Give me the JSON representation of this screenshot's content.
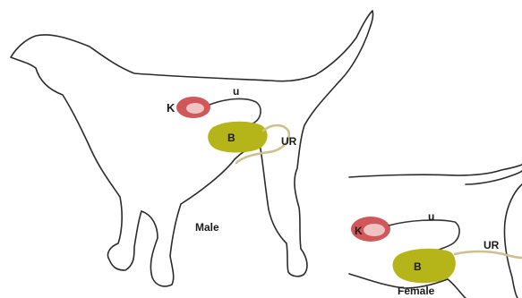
{
  "colors": {
    "kidney_outer": "#d0575a",
    "kidney_inner": "#efc3c2",
    "bladder": "#b5b519",
    "urethra": "#cdbf8e",
    "outline": "#2b2b2b"
  },
  "male": {
    "kidney_label": "K",
    "ureter_label": "u",
    "bladder_label": "B",
    "urethra_label": "UR",
    "caption": "Male"
  },
  "female": {
    "kidney_label": "K",
    "ureter_label": "u",
    "bladder_label": "B",
    "urethra_label": "UR",
    "caption": "Female"
  }
}
